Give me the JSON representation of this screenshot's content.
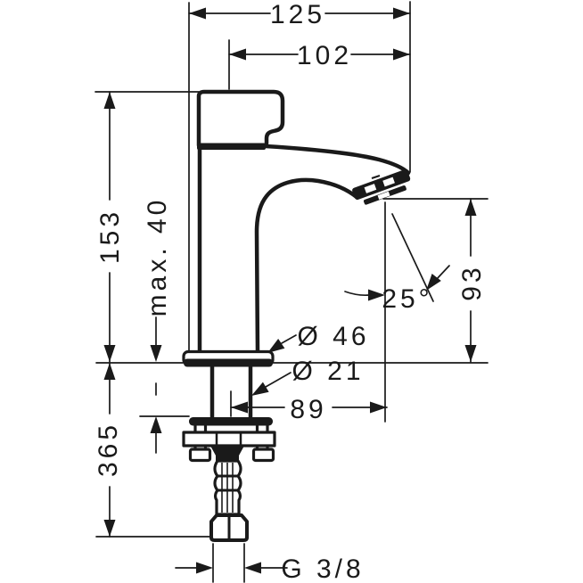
{
  "page": {
    "background_color": "#ffffff"
  },
  "drawing": {
    "kind": "faucet-dimension-diagram",
    "stroke_color": "#1a1a1a",
    "labels": {
      "overall_depth": "125",
      "spout_reach": "102",
      "total_height": "153",
      "max_mounting_thickness": "max. 40",
      "outlet_height": "93",
      "outlet_angle": "25°",
      "escutcheon_diameter": "Ø 46",
      "shank_diameter": "Ø 21",
      "outlet_projection": "89",
      "below_deck_length": "365",
      "connection_thread": "G 3/8"
    }
  }
}
